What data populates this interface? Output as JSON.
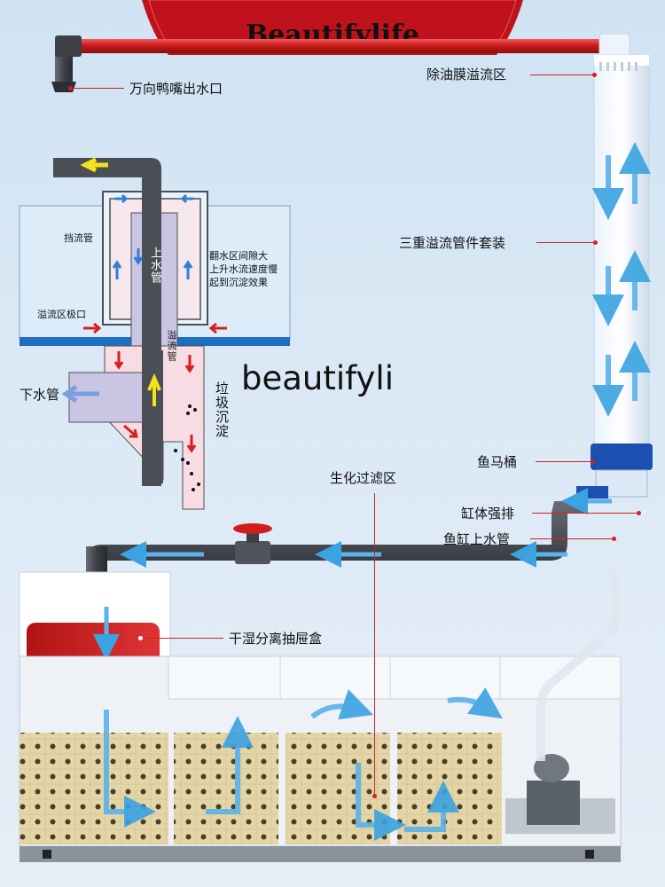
{
  "brand": "Beautifylife",
  "watermark": "beautifyli",
  "diagram": {
    "labels": {
      "baffle_pipe": "挡流管",
      "gap_note_1": "翻水区间隙大",
      "gap_note_2": "上升水流速度慢",
      "gap_note_3": "起到沉淀效果",
      "overflow_edge": "溢流区极口",
      "up_pipe": "上水管",
      "overflow_pipe": "溢流管",
      "down_pipe": "下水管",
      "debris": "垃圾沉淀"
    }
  },
  "callouts": {
    "duckbill": "万向鸭嘴出水口",
    "skimmer_zone": "除油膜溢流区",
    "triple_overflow": "三重溢流管件套装",
    "fish_toilet": "鱼马桶",
    "bio_filter": "生化过滤区",
    "tank_drain": "缸体强排",
    "return_pipe": "鱼缸上水管",
    "drawer": "干湿分离抽屉盒"
  },
  "colors": {
    "brand_red": "#c0121c",
    "arrow_blue": "#3aa3e0",
    "arrow_red": "#d81e1e",
    "arrow_yellow": "#f2e418",
    "pipe_gray": "#4b4f55",
    "bio_block": "#e6d9ae"
  }
}
